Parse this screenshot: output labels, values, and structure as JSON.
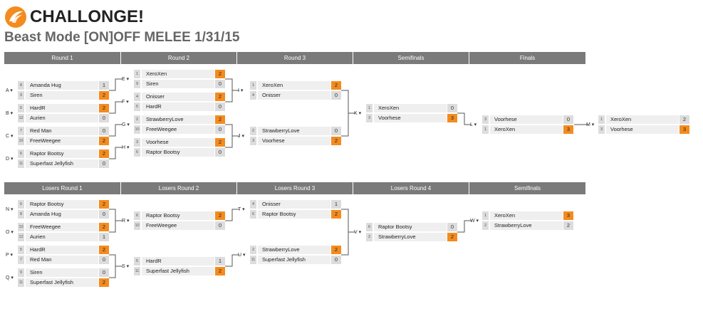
{
  "brand": {
    "name": "CHALLONGE!",
    "logo_icon": "challonge-wing-icon",
    "accent": "#f48b1e"
  },
  "tournament": {
    "title": "Beast Mode [ON]OFF MELEE 1/31/15"
  },
  "winners_rounds": [
    "Round 1",
    "Round 2",
    "Round 3",
    "Semifinals",
    "Finals"
  ],
  "losers_rounds": [
    "Losers Round 1",
    "Losers Round 2",
    "Losers Round 3",
    "Losers Round 4",
    "Semifinals"
  ],
  "matches": {
    "A": {
      "label": "A",
      "p1": {
        "seed": "8",
        "name": "Amanda Hug",
        "score": "1",
        "win": false
      },
      "p2": {
        "seed": "9",
        "name": "Siren",
        "score": "2",
        "win": true
      }
    },
    "B": {
      "label": "B",
      "p1": {
        "seed": "5",
        "name": "HardR",
        "score": "2",
        "win": true
      },
      "p2": {
        "seed": "12",
        "name": "Aurien",
        "score": "0",
        "win": false
      }
    },
    "C": {
      "label": "C",
      "p1": {
        "seed": "7",
        "name": "Red Man",
        "score": "0",
        "win": false
      },
      "p2": {
        "seed": "10",
        "name": "FreeWeegee",
        "score": "2",
        "win": true
      }
    },
    "D": {
      "label": "D",
      "p1": {
        "seed": "6",
        "name": "Raptor Bootsy",
        "score": "2",
        "win": true
      },
      "p2": {
        "seed": "11",
        "name": "Superfast Jellyfish",
        "score": "0",
        "win": false
      }
    },
    "E": {
      "label": "E",
      "p1": {
        "seed": "1",
        "name": "XeroXen",
        "score": "2",
        "win": true
      },
      "p2": {
        "seed": "9",
        "name": "Siren",
        "score": "0",
        "win": false
      }
    },
    "F": {
      "label": "F",
      "p1": {
        "seed": "4",
        "name": "Onisser",
        "score": "2",
        "win": true
      },
      "p2": {
        "seed": "5",
        "name": "HardR",
        "score": "0",
        "win": false
      }
    },
    "G": {
      "label": "G",
      "p1": {
        "seed": "2",
        "name": "StrawberryLove",
        "score": "2",
        "win": true
      },
      "p2": {
        "seed": "10",
        "name": "FreeWeegee",
        "score": "0",
        "win": false
      }
    },
    "H": {
      "label": "H",
      "p1": {
        "seed": "3",
        "name": "Voorhese",
        "score": "2",
        "win": true
      },
      "p2": {
        "seed": "6",
        "name": "Raptor Bootsy",
        "score": "0",
        "win": false
      }
    },
    "I": {
      "label": "I",
      "p1": {
        "seed": "1",
        "name": "XeroXen",
        "score": "2",
        "win": true
      },
      "p2": {
        "seed": "4",
        "name": "Onisser",
        "score": "0",
        "win": false
      }
    },
    "J": {
      "label": "J",
      "p1": {
        "seed": "2",
        "name": "StrawberryLove",
        "score": "0",
        "win": false
      },
      "p2": {
        "seed": "3",
        "name": "Voorhese",
        "score": "2",
        "win": true
      }
    },
    "K": {
      "label": "K",
      "p1": {
        "seed": "1",
        "name": "XeroXen",
        "score": "0",
        "win": false
      },
      "p2": {
        "seed": "3",
        "name": "Voorhese",
        "score": "3",
        "win": true
      }
    },
    "L": {
      "label": "L",
      "p1": {
        "seed": "3",
        "name": "Voorhese",
        "score": "0",
        "win": false
      },
      "p2": {
        "seed": "1",
        "name": "XeroXen",
        "score": "3",
        "win": true
      }
    },
    "M": {
      "label": "M",
      "p1": {
        "seed": "1",
        "name": "XeroXen",
        "score": "2",
        "win": false
      },
      "p2": {
        "seed": "3",
        "name": "Voorhese",
        "score": "3",
        "win": true
      }
    },
    "N": {
      "label": "N",
      "p1": {
        "seed": "6",
        "name": "Raptor Bootsy",
        "score": "2",
        "win": true
      },
      "p2": {
        "seed": "8",
        "name": "Amanda Hug",
        "score": "0",
        "win": false
      }
    },
    "O": {
      "label": "O",
      "p1": {
        "seed": "10",
        "name": "FreeWeegee",
        "score": "2",
        "win": true
      },
      "p2": {
        "seed": "12",
        "name": "Aurien",
        "score": "1",
        "win": false
      }
    },
    "P": {
      "label": "P",
      "p1": {
        "seed": "5",
        "name": "HardR",
        "score": "2",
        "win": true
      },
      "p2": {
        "seed": "7",
        "name": "Red Man",
        "score": "0",
        "win": false
      }
    },
    "Q": {
      "label": "Q",
      "p1": {
        "seed": "9",
        "name": "Siren",
        "score": "0",
        "win": false
      },
      "p2": {
        "seed": "11",
        "name": "Superfast Jellyfish",
        "score": "2",
        "win": true
      }
    },
    "R": {
      "label": "R",
      "p1": {
        "seed": "6",
        "name": "Raptor Bootsy",
        "score": "2",
        "win": true
      },
      "p2": {
        "seed": "10",
        "name": "FreeWeegee",
        "score": "0",
        "win": false
      }
    },
    "S": {
      "label": "S",
      "p1": {
        "seed": "5",
        "name": "HardR",
        "score": "1",
        "win": false
      },
      "p2": {
        "seed": "11",
        "name": "Superfast Jellyfish",
        "score": "2",
        "win": true
      }
    },
    "T": {
      "label": "T",
      "p1": {
        "seed": "4",
        "name": "Onisser",
        "score": "1",
        "win": false
      },
      "p2": {
        "seed": "6",
        "name": "Raptor Bootsy",
        "score": "2",
        "win": true
      }
    },
    "U": {
      "label": "U",
      "p1": {
        "seed": "2",
        "name": "StrawberryLove",
        "score": "2",
        "win": true
      },
      "p2": {
        "seed": "11",
        "name": "Superfast Jellyfish",
        "score": "0",
        "win": false
      }
    },
    "V": {
      "label": "V",
      "p1": {
        "seed": "6",
        "name": "Raptor Bootsy",
        "score": "0",
        "win": false
      },
      "p2": {
        "seed": "2",
        "name": "StrawberryLove",
        "score": "2",
        "win": true
      }
    },
    "W": {
      "label": "W",
      "p1": {
        "seed": "1",
        "name": "XeroXen",
        "score": "3",
        "win": true
      },
      "p2": {
        "seed": "2",
        "name": "StrawberryLove",
        "score": "2",
        "win": false
      }
    }
  }
}
